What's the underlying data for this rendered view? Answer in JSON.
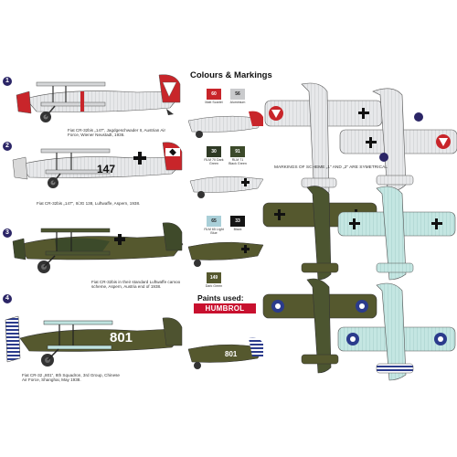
{
  "header": {
    "title": "Colours & Markings"
  },
  "profiles": [
    {
      "number": "1",
      "caption_lines": [
        "Fiat CR-32bis „147“, Jagdgeschwader II, Austrian Air",
        "Force, Wiener Neustadt, 1936."
      ]
    },
    {
      "number": "2",
      "caption_lines": [
        "Fiat CR-32bis „147“, II/JG 138, Luftwaffe, Aspern, 1938."
      ]
    },
    {
      "number": "3",
      "caption_lines": [
        "Fiat CR-32bis in their standard Luftwaffe camoo",
        "scheme, Aspern, Austria end of 1938."
      ]
    },
    {
      "number": "4",
      "caption_lines": [
        "Fiat CR-32 „801“, 8th Squadron, 3rd Group, Chinese",
        "Air Force, Shanghai, May 1938."
      ]
    }
  ],
  "paints": [
    {
      "code": "60",
      "name": "Matt Scarlet",
      "color": "#c8252a"
    },
    {
      "code": "56",
      "name": "Aluminium",
      "color": "#c9cacc"
    },
    {
      "code": "30",
      "name": "RLM 70 Dark Green",
      "color": "#2f3a25"
    },
    {
      "code": "91",
      "name": "RLM 71 Black Green",
      "color": "#3c4a2a"
    },
    {
      "code": "65",
      "name": "RLM 65 Light Blue",
      "color": "#a9cfd8"
    },
    {
      "code": "33",
      "name": "Black",
      "color": "#141414"
    },
    {
      "code": "149",
      "name": "Dark Green",
      "color": "#55582e"
    }
  ],
  "paints_used_label": "Paints used:",
  "brand": "HUMBROL",
  "symmetry_note": "MARKINGS OF SCHEME „1“ AND „2“ ARE SYMETRICAL",
  "aircraft_codes": {
    "code_147": "147",
    "code_801": "801"
  },
  "colors": {
    "badge": "#2b2566",
    "brand_red": "#c8102e",
    "olive": "#55582e",
    "light_blue": "#bfe3e0",
    "silver": "#d2d3d5"
  }
}
